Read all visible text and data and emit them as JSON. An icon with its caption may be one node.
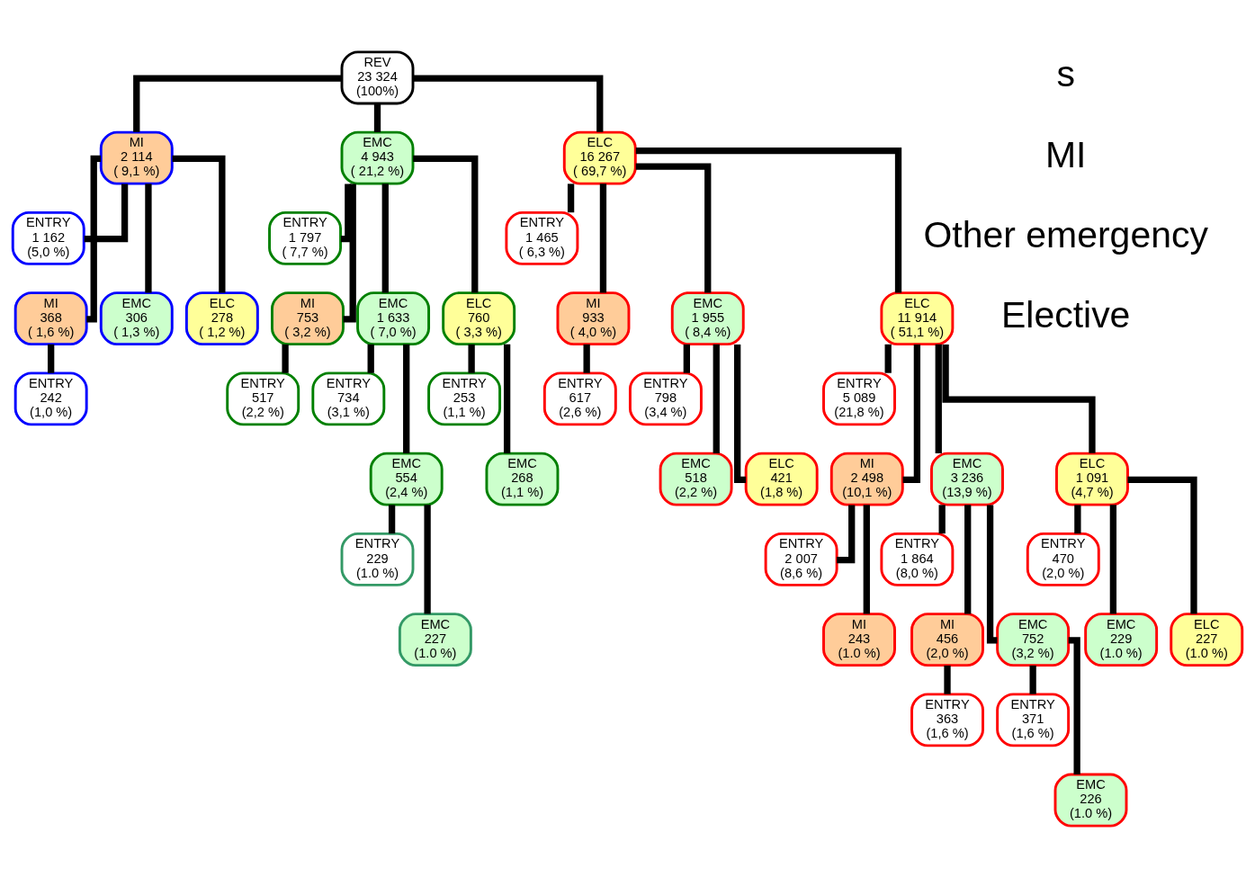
{
  "diagram": {
    "nodes": [
      {
        "text": [
          "REV",
          "23 324",
          "(100%)"
        ]
      },
      {
        "text": [
          "MI",
          "2 114",
          "( 9,1 %)"
        ]
      },
      {
        "text": [
          "EMC",
          "4 943",
          "( 21,2 %)"
        ]
      },
      {
        "text": [
          "ELC",
          "16 267",
          "( 69,7 %)"
        ]
      },
      {
        "text": [
          "ENTRY",
          "1 162",
          "(5,0 %)"
        ]
      },
      {
        "text": [
          "MI",
          "368",
          "( 1,6 %)"
        ]
      },
      {
        "text": [
          "EMC",
          "306",
          "( 1,3 %)"
        ]
      },
      {
        "text": [
          "ELC",
          "278",
          "( 1,2 %)"
        ]
      },
      {
        "text": [
          "ENTRY",
          "242",
          "(1,0 %)"
        ]
      },
      {
        "text": [
          "ENTRY",
          "1 797",
          "( 7,7 %)"
        ]
      },
      {
        "text": [
          "MI",
          "753",
          "( 3,2 %)"
        ]
      },
      {
        "text": [
          "EMC",
          "1 633",
          "( 7,0 %)"
        ]
      },
      {
        "text": [
          "ELC",
          "760",
          "( 3,3 %)"
        ]
      },
      {
        "text": [
          "ENTRY",
          "517",
          "(2,2 %)"
        ]
      },
      {
        "text": [
          "ENTRY",
          "734",
          "(3,1 %)"
        ]
      },
      {
        "text": [
          "EMC",
          "554",
          "(2,4 %)"
        ]
      },
      {
        "text": [
          "ENTRY",
          "229",
          "(1.0 %)"
        ]
      },
      {
        "text": [
          "EMC",
          "227",
          "(1.0 %)"
        ]
      },
      {
        "text": [
          "ENTRY",
          "253",
          "(1,1 %)"
        ]
      },
      {
        "text": [
          "EMC",
          "268",
          "(1,1 %)"
        ]
      },
      {
        "text": [
          "ENTRY",
          "1 465",
          "( 6,3 %)"
        ]
      },
      {
        "text": [
          "MI",
          "933",
          "( 4,0 %)"
        ]
      },
      {
        "text": [
          "EMC",
          "1 955",
          "( 8,4 %)"
        ]
      },
      {
        "text": [
          "ELC",
          "11 914",
          "( 51,1 %)"
        ]
      },
      {
        "text": [
          "ENTRY",
          "617",
          "(2,6 %)"
        ]
      },
      {
        "text": [
          "ENTRY",
          "798",
          "(3,4 %)"
        ]
      },
      {
        "text": [
          "EMC",
          "518",
          "(2,2 %)"
        ]
      },
      {
        "text": [
          "ELC",
          "421",
          "(1,8 %)"
        ]
      },
      {
        "text": [
          "ENTRY",
          "5 089",
          "(21,8 %)"
        ]
      },
      {
        "text": [
          "MI",
          "2 498",
          "(10,1 %)"
        ]
      },
      {
        "text": [
          "EMC",
          "3 236",
          "(13,9 %)"
        ]
      },
      {
        "text": [
          "ELC",
          "1 091",
          "(4,7 %)"
        ]
      },
      {
        "text": [
          "ENTRY",
          "2 007",
          "(8,6 %)"
        ]
      },
      {
        "text": [
          "MI",
          "243",
          "(1.0 %)"
        ]
      },
      {
        "text": [
          "ENTRY",
          "1 864",
          "(8,0 %)"
        ]
      },
      {
        "text": [
          "MI",
          "456",
          "(2,0 %)"
        ]
      },
      {
        "text": [
          "EMC",
          "752",
          "(3,2 %)"
        ]
      },
      {
        "text": [
          "ENTRY",
          "363",
          "(1,6 %)"
        ]
      },
      {
        "text": [
          "ENTRY",
          "371",
          "(1,6 %)"
        ]
      },
      {
        "text": [
          "EMC",
          "226",
          "(1.0 %)"
        ]
      },
      {
        "text": [
          "ENTRY",
          "470",
          "(2,0 %)"
        ]
      },
      {
        "text": [
          "EMC",
          "229",
          "(1.0 %)"
        ]
      },
      {
        "text": [
          "ELC",
          "227",
          "(1.0 %)"
        ]
      }
    ],
    "edges": [
      {
        "from": 0,
        "to": 1,
        "arrow": "none"
      },
      {
        "from": 0,
        "to": 2,
        "arrow": "none"
      },
      {
        "from": 0,
        "to": 3,
        "arrow": "none"
      },
      {
        "from": 1,
        "to": 4,
        "arrow": "none"
      },
      {
        "from": 1,
        "to": 5,
        "arrow": "none"
      },
      {
        "from": 1,
        "to": 6,
        "arrow": "none"
      },
      {
        "from": 1,
        "to": 7,
        "arrow": "none"
      },
      {
        "from": 5,
        "to": 8,
        "arrow": "none"
      },
      {
        "from": 2,
        "to": 9,
        "arrow": "none"
      },
      {
        "from": 2,
        "to": 10,
        "arrow": "none"
      },
      {
        "from": 2,
        "to": 11,
        "arrow": "none"
      },
      {
        "from": 2,
        "to": 12,
        "arrow": "none"
      },
      {
        "from": 10,
        "to": 13,
        "arrow": "none"
      },
      {
        "from": 11,
        "to": 14,
        "arrow": "none"
      },
      {
        "from": 11,
        "to": 15,
        "arrow": "none"
      },
      {
        "from": 15,
        "to": 16,
        "arrow": "none"
      },
      {
        "from": 15,
        "to": 17,
        "arrow": "none"
      },
      {
        "from": 12,
        "to": 18,
        "arrow": "none"
      },
      {
        "from": 12,
        "to": 19,
        "arrow": "none"
      },
      {
        "from": 3,
        "to": 20,
        "arrow": "none"
      },
      {
        "from": 3,
        "to": 21,
        "arrow": "none"
      },
      {
        "from": 3,
        "to": 22,
        "arrow": "none"
      },
      {
        "from": 3,
        "to": 23,
        "arrow": "none"
      },
      {
        "from": 21,
        "to": 24,
        "arrow": "none"
      },
      {
        "from": 22,
        "to": 25,
        "arrow": "none"
      },
      {
        "from": 22,
        "to": 26,
        "arrow": "none"
      },
      {
        "from": 22,
        "to": 27,
        "arrow": "none"
      },
      {
        "from": 23,
        "to": 28,
        "arrow": "none"
      },
      {
        "from": 23,
        "to": 29,
        "arrow": "none"
      },
      {
        "from": 23,
        "to": 30,
        "arrow": "none"
      },
      {
        "from": 23,
        "to": 31,
        "arrow": "none"
      },
      {
        "from": 29,
        "to": 32,
        "arrow": "none"
      },
      {
        "from": 29,
        "to": 33,
        "arrow": "none"
      },
      {
        "from": 30,
        "to": 34,
        "arrow": "none"
      },
      {
        "from": 30,
        "to": 35,
        "arrow": "none"
      },
      {
        "from": 30,
        "to": 36,
        "arrow": "none"
      },
      {
        "from": 35,
        "to": 37,
        "arrow": "none"
      },
      {
        "from": 36,
        "to": 38,
        "arrow": "none"
      },
      {
        "from": 36,
        "to": 39,
        "arrow": "none"
      },
      {
        "from": 31,
        "to": 40,
        "arrow": "none"
      },
      {
        "from": 31,
        "to": 41,
        "arrow": "none"
      },
      {
        "from": 31,
        "to": 42,
        "arrow": "none"
      }
    ],
    "labels": [
      "s",
      "MI",
      "Other emergency",
      "Elective"
    ]
  }
}
